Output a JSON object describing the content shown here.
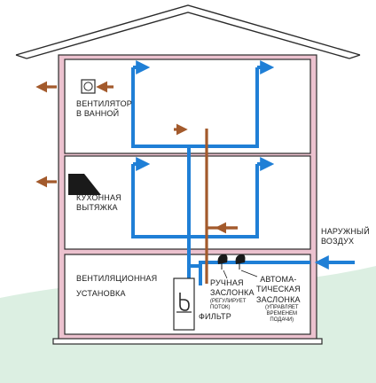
{
  "labels": {
    "bath_fan": [
      "ВЕНТИЛЯТОР",
      "В ВАННОЙ"
    ],
    "kitchen_hood": [
      "КУХОННАЯ",
      "ВЫТЯЖКА"
    ],
    "outdoor_air": [
      "НАРУЖНЫЙ",
      "ВОЗДУХ"
    ],
    "vent_unit": [
      "ВЕНТИЛЯЦИОННАЯ",
      "УСТАНОВКА"
    ],
    "manual_damper": [
      "РУЧНАЯ",
      "ЗАСЛОНКА"
    ],
    "manual_damper_note": [
      "(РЕГУЛИРУЕТ",
      "ПОТОК)"
    ],
    "filter": "ФИЛЬТР",
    "auto_damper": [
      "АВТОМА-",
      "ТИЧЕСКАЯ",
      "ЗАСЛОНКА"
    ],
    "auto_damper_note": [
      "(УПРАВЛЯЕТ",
      "ВРЕМЕНЕМ",
      "ПОДАЧИ)"
    ]
  },
  "colors": {
    "supply": "#1f7fd6",
    "exhaust": "#a35a2c",
    "walls": "#ecc2cf",
    "ground": "#dcefe2",
    "outline": "#2b2b2b"
  }
}
